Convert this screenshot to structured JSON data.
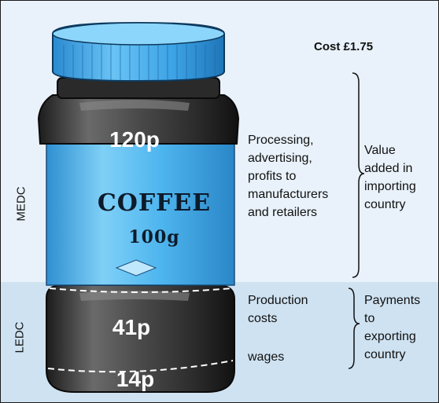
{
  "cost_label": "Cost £1.75",
  "regions": {
    "upper": "MEDC",
    "lower": "LEDC"
  },
  "jar": {
    "brand": "COFFEE",
    "weight": "100g",
    "amounts": {
      "upper": "120p",
      "middle": "41p",
      "bottom": "14p"
    }
  },
  "medc_breakdown": {
    "items": [
      "Processing,",
      "advertising,",
      "profits to",
      "manufacturers",
      "and retailers"
    ],
    "group_label": [
      "Value",
      "added in",
      "importing",
      "country"
    ]
  },
  "ledc_breakdown": {
    "production": [
      "Production",
      "costs"
    ],
    "wages": "wages",
    "group_label": [
      "Payments",
      "to",
      "exporting",
      "country"
    ]
  },
  "colors": {
    "upper_background": "#e9f2fa",
    "lower_background": "#cfe2f1",
    "lid": "#3da3e6",
    "label": "#4fb6ef",
    "jar_body": "#3b3b3b"
  }
}
